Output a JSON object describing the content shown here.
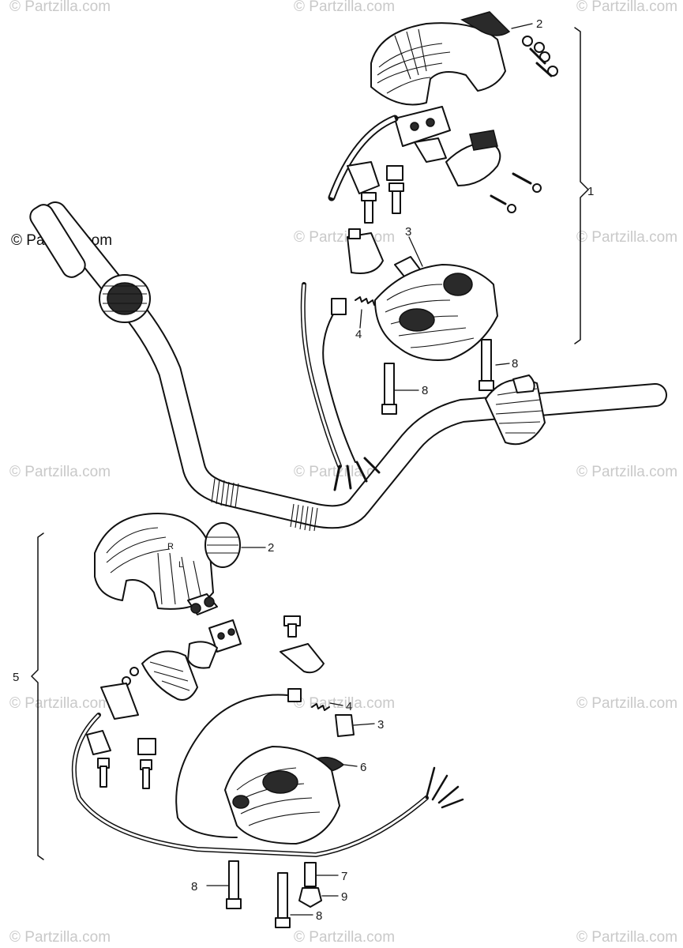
{
  "copyright": "© Partzilla.com",
  "watermark_text": "© Partzilla.com",
  "callouts": {
    "c1": "1",
    "c2_top": "2",
    "c2_bottom": "2",
    "c3_top": "3",
    "c3_bottom": "3",
    "c4_top": "4",
    "c4_bottom": "4",
    "c5": "5",
    "c6": "6",
    "c7": "7",
    "c8_a": "8",
    "c8_b": "8",
    "c8_c": "8",
    "c8_d": "8",
    "c9": "9"
  },
  "colors": {
    "ink": "#111111",
    "watermark": "#c9c9c9",
    "background": "#ffffff"
  }
}
